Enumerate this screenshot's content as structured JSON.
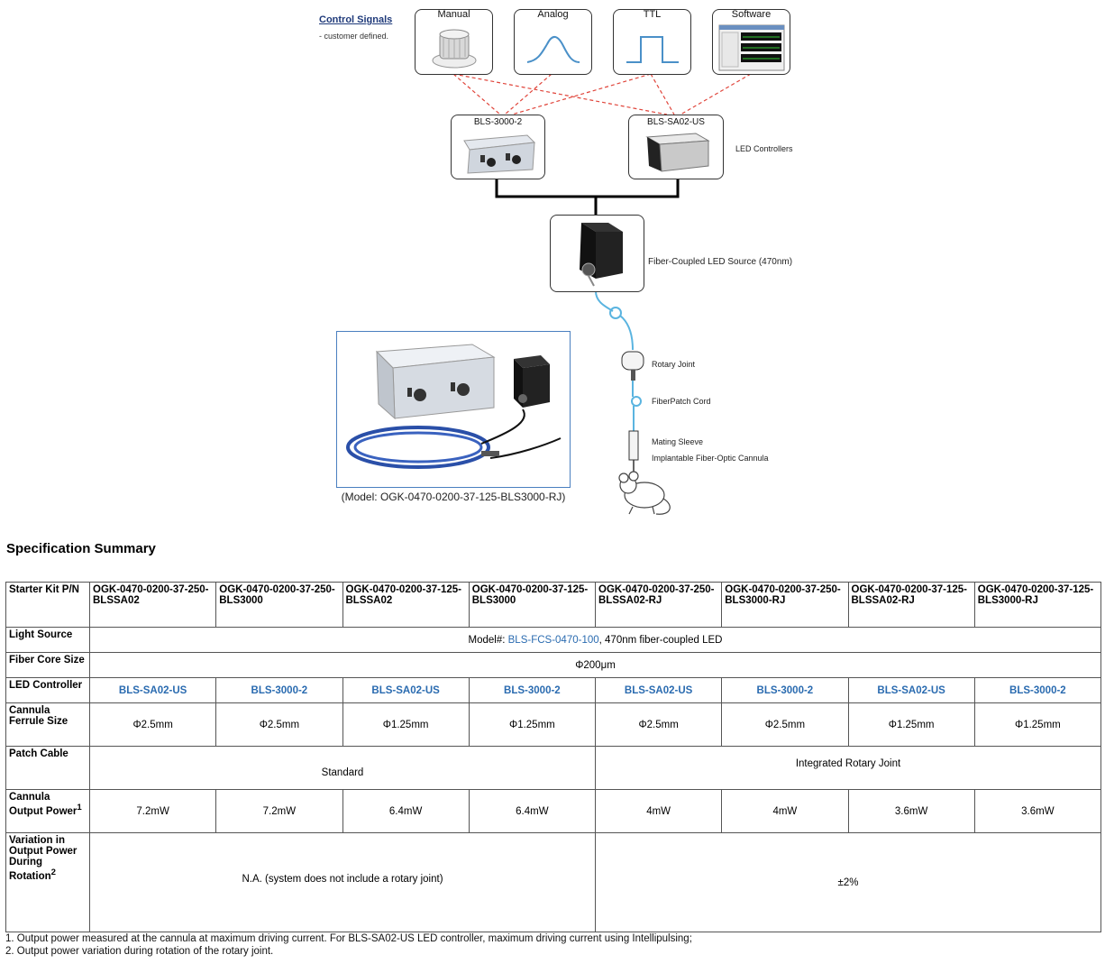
{
  "diagram": {
    "control_signals_title": "Control Signals",
    "control_signals_sub": "- customer defined.",
    "controls": [
      "Manual",
      "Analog",
      "TTL",
      "Software"
    ],
    "controllers": [
      "BLS-3000-2",
      "BLS-SA02-US"
    ],
    "controllers_label": "LED Controllers",
    "source_label": "Fiber-Coupled LED Source (470nm)",
    "rotary_joint": "Rotary Joint",
    "patch_cord": "FiberPatch Cord",
    "mating_sleeve": "Mating Sleeve",
    "cannula": "Implantable Fiber-Optic Cannula",
    "photo_caption": "(Model: OGK-0470-0200-37-125-BLS3000-RJ)"
  },
  "spec": {
    "title": "Specification Summary",
    "row_headers": {
      "kit": "Starter Kit P/N",
      "light": "Light Source",
      "fiber": "Fiber Core Size",
      "controller": "LED Controller",
      "ferrule": "Cannula Ferrule Size",
      "patch": "Patch Cable",
      "power": "Cannula Output Power",
      "variation": "Variation in Output Power During Rotation"
    },
    "power_sup": "1",
    "variation_sup": "2",
    "part_numbers": [
      "OGK-0470-0200-37-250-BLSSA02",
      "OGK-0470-0200-37-250-BLS3000",
      "OGK-0470-0200-37-125-BLSSA02",
      "OGK-0470-0200-37-125-BLS3000",
      "OGK-0470-0200-37-250-BLSSA02-RJ",
      "OGK-0470-0200-37-250-BLS3000-RJ",
      "OGK-0470-0200-37-125-BLSSA02-RJ",
      "OGK-0470-0200-37-125-BLS3000-RJ"
    ],
    "light_prefix": "Model#: ",
    "light_link": "BLS-FCS-0470-100",
    "light_suffix": ", 470nm fiber-coupled LED",
    "fiber_core": "Φ200μm",
    "controllers": [
      "BLS-SA02-US",
      "BLS-3000-2",
      "BLS-SA02-US",
      "BLS-3000-2",
      "BLS-SA02-US",
      "BLS-3000-2",
      "BLS-SA02-US",
      "BLS-3000-2"
    ],
    "ferrules": [
      "Φ2.5mm",
      "Φ2.5mm",
      "Φ1.25mm",
      "Φ1.25mm",
      "Φ2.5mm",
      "Φ2.5mm",
      "Φ1.25mm",
      "Φ1.25mm"
    ],
    "patch_standard": "Standard",
    "patch_rotary": "Integrated Rotary Joint",
    "powers": [
      "7.2mW",
      "7.2mW",
      "6.4mW",
      "6.4mW",
      "4mW",
      "4mW",
      "3.6mW",
      "3.6mW"
    ],
    "variation_na": "N.A. (system does not include a rotary joint)",
    "variation_rj": "±2%"
  },
  "footnotes": [
    "1. Output power measured at the cannula at maximum driving current. For BLS-SA02-US LED controller, maximum driving current using Intellipulsing;",
    "2. Output power variation during rotation of the rotary joint."
  ],
  "colors": {
    "link": "#2a6bb0",
    "dashed_line": "#e0443a",
    "fiber": "#5ab4e0"
  }
}
